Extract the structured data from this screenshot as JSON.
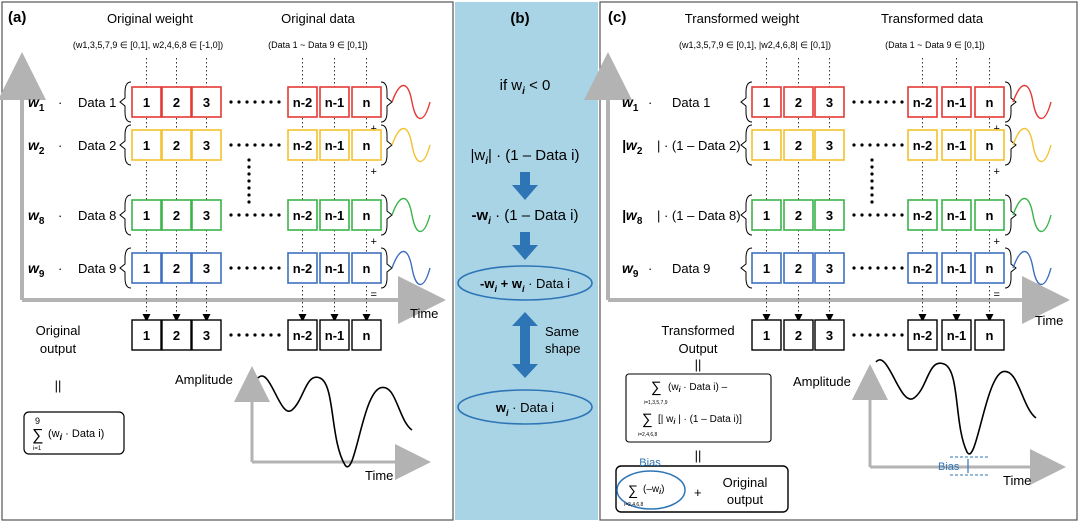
{
  "colors": {
    "red": "#e53935",
    "yellow": "#f2c230",
    "green": "#3bb44a",
    "blue": "#3f6fbf",
    "center_bg": "#a9d4e6",
    "ellipse": "#2e75b6",
    "arrow": "#2e75b6",
    "axis": "#b3b3b3"
  },
  "panel_a": {
    "label": "(a)",
    "title_weight": "Original weight",
    "title_data": "Original data",
    "weight_range": "(w1,3,5,7,9 ∈ [0,1], w2,4,6,8 ∈ [-1,0])",
    "data_range": "(Data 1 ~ Data 9 ∈ [0,1])",
    "rows": [
      {
        "w": "w",
        "sub": "1",
        "data": "Data 1"
      },
      {
        "w": "w",
        "sub": "2",
        "data": "Data 2"
      },
      {
        "w": "w",
        "sub": "8",
        "data": "Data 8"
      },
      {
        "w": "w",
        "sub": "9",
        "data": "Data 9"
      }
    ],
    "time_label": "Time",
    "output_label_1": "Original",
    "output_label_2": "output",
    "equiv": "||",
    "sum_formula": "(w",
    "sum_formula_tail": " · Data i)",
    "sum_top": "9",
    "sum_bottom": "i=1",
    "amp_label": "Amplitude",
    "amp_time": "Time"
  },
  "cells": [
    "1",
    "2",
    "3",
    "n-2",
    "n-1",
    "n"
  ],
  "plus": "+",
  "equals": "=",
  "panel_b": {
    "label": "(b)",
    "cond": "if w",
    "cond_sub": "i",
    "cond_tail": " < 0",
    "step1": "|w",
    "step1_tail": "| · (1 – Data i)",
    "step2": "-w",
    "step2_tail": " · (1 – Data i)",
    "step3": "-w",
    "step3_mid": " + w",
    "step3_tail": " · Data i",
    "same_1": "Same",
    "same_2": "shape",
    "step4": "w",
    "step4_tail": "  ·  Data i"
  },
  "panel_c": {
    "label": "(c)",
    "title_weight": "Transformed weight",
    "title_data": "Transformed data",
    "weight_range": "(w1,3,5,7,9 ∈ [0,1], |w2,4,6,8| ∈ [0,1])",
    "data_range": "(Data 1 ~ Data 9 ∈ [0,1])",
    "rows": [
      {
        "w": "w",
        "sub": "1",
        "data": "Data 1",
        "abs": false
      },
      {
        "w": "|w",
        "sub": "2",
        "data": "| · (1 – Data 2)",
        "abs": true
      },
      {
        "w": "|w",
        "sub": "8",
        "data": "| · (1 – Data 8)",
        "abs": true
      },
      {
        "w": "w",
        "sub": "9",
        "data": "Data 9",
        "abs": false
      }
    ],
    "time_label": "Time",
    "output_label_1": "Transformed",
    "output_label_2": "Output",
    "equiv": "||",
    "formula_1": "(w",
    "formula_1_tail": " · Data i) –",
    "formula_1_sub": "i=1,3,5,7,9",
    "formula_2": "[| w",
    "formula_2_tail": " | · (1 – Data i)]",
    "formula_2_sub": "i=2,4,6,8",
    "bias_label": "Bias",
    "bias_sum": "(–w",
    "bias_sub": "i=2,4,6,8",
    "plus_original_1": "+",
    "plus_original_2": "Original",
    "plus_original_3": "output",
    "amp_label": "Amplitude",
    "amp_time": "Time",
    "amp_bias": "Bias"
  }
}
